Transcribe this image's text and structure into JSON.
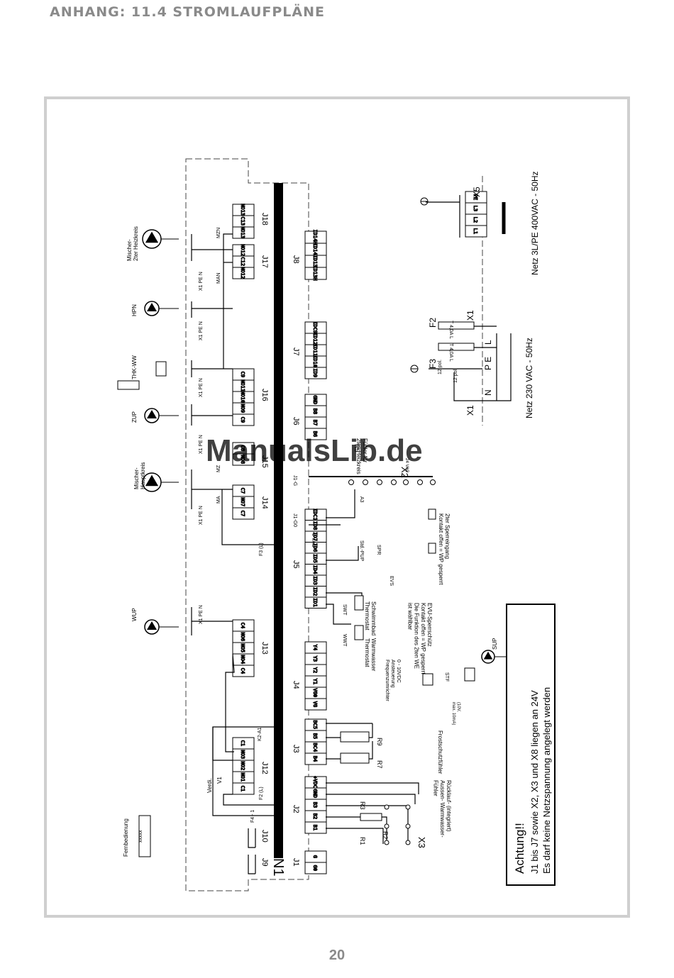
{
  "header": {
    "title": "ANHANG: 11.4 STROMLAUFPLÄNE"
  },
  "page_number": "20",
  "watermark": "ManualsLib.de",
  "diagram": {
    "board": "N1",
    "connectors": [
      "J1",
      "J2",
      "J3",
      "J4",
      "J5",
      "J6",
      "J7",
      "J8",
      "J9",
      "J10",
      "J12",
      "J13",
      "J14",
      "J16",
      "J17",
      "J18"
    ],
    "j1_pins": [
      "G0",
      "G"
    ],
    "j2_pins": [
      "B1",
      "B2",
      "B3",
      "GND",
      "+VDC"
    ],
    "j3_pins": [
      "B4",
      "BC4",
      "B5",
      "BC5"
    ],
    "j4_pins": [
      "VG",
      "VG0",
      "Y1",
      "Y2",
      "Y3",
      "Y4"
    ],
    "j5_pins": [
      "ID1",
      "ID2",
      "ID3",
      "ID4",
      "ID5",
      "ID6",
      "ID7",
      "ID8",
      "IDC1"
    ],
    "j6_pins": [
      "B6",
      "B7",
      "B8",
      "GND"
    ],
    "j7_pins": [
      "ID9",
      "ID10",
      "ID11",
      "ID12",
      "IDC9"
    ],
    "j8_pins": [
      "ID13H",
      "ID13",
      "ID14",
      "ID14H"
    ],
    "j12_pins": [
      "C1",
      "NO1",
      "NO2",
      "NO3",
      "C1"
    ],
    "j13_pins": [
      "C4",
      "NO4",
      "NO5",
      "NO6",
      "C4"
    ],
    "j14_pins": [
      "C7",
      "NO7",
      "C7"
    ],
    "j15_pins": [
      "NO8",
      "C8"
    ],
    "j16_pins": [
      "C9",
      "NO9",
      "NO10",
      "NO11",
      "C9"
    ],
    "j17_pins": [
      "NO12",
      "C12",
      "NO12"
    ],
    "j18_pins": [
      "NO13",
      "C13",
      "NO13"
    ],
    "pumps": {
      "wup": "WUP",
      "mixer_main": "Mischer-\nHauptkreis",
      "zup": "ZUP",
      "thk": "THK-WW",
      "hpn": "HPN",
      "mixer_2": "Mischer-\n2ter Heizkreis",
      "sup": "SUP"
    },
    "labels": {
      "fernbedienung": "Fernbedienung",
      "xxxxx": "xxxxx",
      "verdi": "Verdi.",
      "v1": "V1",
      "k2a1": "K2-A1",
      "f4": "F4 - 1",
      "f2l": "F2 (L)",
      "f3l": "F3 (L)",
      "ma": "MA",
      "mz": "MZ",
      "man": "MAN",
      "mzn": "MZN",
      "x1pen": "X1 PE N",
      "frostschutz": "Frostschutzfühler",
      "x3_text": "Rücklauf- (integriert)\nAussen- Warmwasser-\nFühler",
      "ansteuerung": "0 - 10VDC\nAnsteuerung\nFrequenzumrichter",
      "stf": "STF",
      "tenv": "(10V,\nmax. 10mA)",
      "wwt": "WWT",
      "warmwasser": "Warmwasser\nThermostat",
      "swt": "SWT",
      "schwimmbad": "Schwimmbad\nThermostat",
      "evu": "EVU-Sperrschütz\nKontakt offen = WP gesperrt\nDie Funktion des 2ten WE\nist wählbar",
      "sperr2": "2ter Sperreingang\nKontakt offen = WP gesperrt",
      "std_pup": "Std.-PUP",
      "spr": "SPR",
      "evs": "EVS",
      "a3": "A3",
      "vac0": "0 VAC",
      "j1g0": "J1-G0",
      "j1g": "J1-G",
      "x2": "X2",
      "v24": "24 VAC",
      "r5": "R5",
      "fuehler2": "Fühler für\n2ten Heizkreis",
      "x1_main": "X1",
      "n": "N",
      "pe": "P E",
      "l": "L",
      "f3": "F3",
      "f2": "F2",
      "t4al": "T 4,0A L",
      "pol12": "12 pol.",
      "netz230": "Netz 230 VAC - 50Hz",
      "netz400": "Netz 3L/PE 400VAC - 50Hz",
      "x5": "X5",
      "l1": "L1",
      "l2": "L2",
      "l3": "L3",
      "pe_x5": "PE",
      "r1": "R1",
      "r2": "R2",
      "r3": "R3",
      "r7": "R7",
      "r9": "R9",
      "x3": "X3"
    },
    "warning": {
      "title": "Achtung!!",
      "line1": "J1 bis J7 sowie X2, X3 und X8 liegen an 24V",
      "line2": "Es darf keine Netzspannung angelegt werden"
    }
  }
}
